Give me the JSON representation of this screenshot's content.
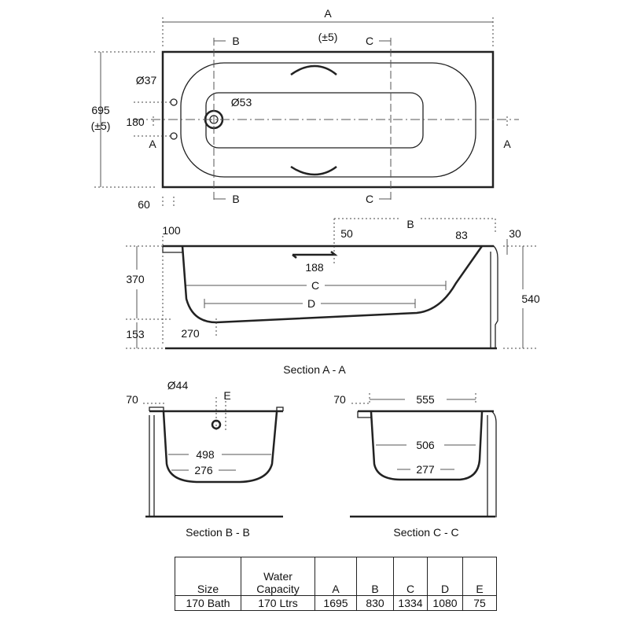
{
  "plan_view": {
    "dim_a": "A",
    "dim_a_tol": "(±5)",
    "section_b": "B",
    "section_c": "C",
    "section_a": "A",
    "width": "695",
    "width_tol": "(±5)",
    "tap_hole": "Ø37",
    "waste": "Ø53",
    "tap_offset": "180",
    "edge_offset": "60"
  },
  "section_aa": {
    "title": "Section A - A",
    "rim": "100",
    "depth": "370",
    "base": "153",
    "waste_pos": "270",
    "handle": "188",
    "c": "C",
    "d": "D",
    "b": "B",
    "handle_offset": "50",
    "end_rim": "83",
    "rim_thick": "30",
    "height": "540"
  },
  "section_bb": {
    "title": "Section B - B",
    "rim": "70",
    "overflow": "Ø44",
    "e": "E",
    "top_width": "498",
    "bottom_width": "276"
  },
  "section_cc": {
    "title": "Section C - C",
    "rim": "70",
    "outer_width": "555",
    "top_width": "506",
    "bottom_width": "277"
  },
  "spec_table": {
    "headers": [
      "Size",
      "Water Capacity",
      "A",
      "B",
      "C",
      "D",
      "E"
    ],
    "row": [
      "170 Bath",
      "170 Ltrs",
      "1695",
      "830",
      "1334",
      "1080",
      "75"
    ]
  }
}
